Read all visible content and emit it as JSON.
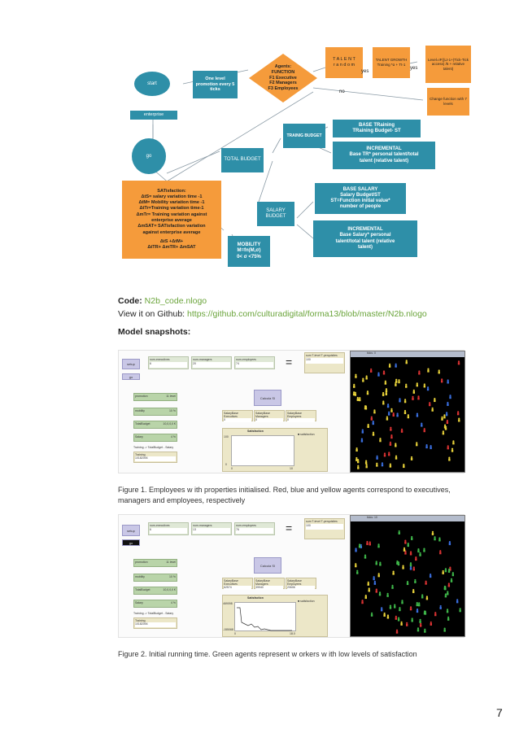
{
  "flowchart": {
    "start": "start",
    "enterprise": "enterprise",
    "go": "go",
    "promotion": "One level promotion every 5 ticks",
    "agents": [
      "Agents:",
      "FUNCTION",
      "F1 Executive",
      "F2 Managers",
      "F3 Employees"
    ],
    "talent_random": [
      "T A L E N T",
      "r a n d o m"
    ],
    "talent_growth": "TALENT GROWTH Training *α + Tt-1",
    "level": "Level=IF((Lt-1+(Tick-Tick access) /5 + relative talent)",
    "change_function": "Change function with 7 levels",
    "yes1": "yes",
    "yes2": "yes",
    "no": "no",
    "training_budget": "TRAINIG BUDGET",
    "total_budget": "TOTAL BUDGET",
    "salary_budget": "SALARY BUDGET",
    "base_training": [
      "BASE TRaining",
      "TRaining Budget- ST"
    ],
    "incremental_training": [
      "INCREMENTAL",
      "Base TR* personal talent/total",
      "talent (relative talent)"
    ],
    "base_salary": [
      "BASE SALARY",
      "Salary Budget/ST",
      "ST=Function initial value*",
      "number of people"
    ],
    "incremental_salary": [
      "INCREMENTAL",
      "Base Salary* personal",
      "talent/total talent (relative",
      "talent)"
    ],
    "satisfaction": [
      "SATisfaction:",
      "ΔtS= salary variation time -1",
      "ΔtM= Mobility variation time -1",
      "ΔtTr=Training variation time-1",
      "ΔmTr= Training variation against",
      "enterprise average",
      "ΔmSAT= SATisfaction variation",
      "against enterprise average",
      "",
      "ΔtS +ΔtM+",
      "ΔtTR+ ΔmTR+ ΔmSAT"
    ],
    "mobility": [
      "MOBILITY",
      "M=fn(M,σ)",
      "0< σ <75%"
    ]
  },
  "code_label": "Code:",
  "code_file": "N2b_code.nlogo",
  "github_label": "View it on Github:",
  "github_url": "https://github.com/culturadigital/forma13/blob/master/N2b.nlogo",
  "snapshots_heading": "Model snapshots:",
  "snapshot1": {
    "inputs": [
      {
        "label": "num-executives",
        "value": "6"
      },
      {
        "label": "num-managers",
        "value": "20"
      },
      {
        "label": "num-employees",
        "value": "74"
      }
    ],
    "setup": "setup",
    "go": "go",
    "equals": "=",
    "sum_label": "sum T-level T-perquisites",
    "sum_value": "100",
    "world_title": "ticks: 0",
    "sliders": [
      {
        "label": "promotion",
        "value": "11 level"
      },
      {
        "label": "mobility",
        "value": "10 %"
      },
      {
        "label": "TotalBudget",
        "value": "10,0,0,0 €"
      },
      {
        "label": "Salary",
        "value": "4 %"
      }
    ],
    "calcula": "Calcula SI",
    "monitors": [
      {
        "label": "SalaryBase Executives",
        "value": "0"
      },
      {
        "label": "SalaryBase Managers",
        "value": "0"
      },
      {
        "label": "SalaryBase Employees",
        "value": "0"
      }
    ],
    "plot_title": "Satisfaction",
    "plot_legend": "satisfaction",
    "plot_ymax": "100",
    "plot_ymin": "0",
    "plot_xmin": "0",
    "plot_xmax": "10",
    "note": "Training -> TotalBudget - Salary",
    "training_label": "Training",
    "training_value": "10182094"
  },
  "caption1": "Figure 1. Employees w ith properties initialised. Red, blue and yellow agents correspond to executives, managers and employees, respectively",
  "snapshot2": {
    "inputs": [
      {
        "label": "num-executives",
        "value": "6"
      },
      {
        "label": "num-managers",
        "value": "13"
      },
      {
        "label": "num-employees",
        "value": "76"
      }
    ],
    "setup": "setup",
    "go": "go",
    "equals": "=",
    "sum_label": "sum T-level T-perquisites",
    "sum_value": "100",
    "world_title": "ticks: 10",
    "sliders": [
      {
        "label": "promotion",
        "value": "11 level"
      },
      {
        "label": "mobility",
        "value": "10 %"
      },
      {
        "label": "TotalBudget",
        "value": "10,0,0,0 €"
      },
      {
        "label": "Salary",
        "value": "4 %"
      }
    ],
    "calcula": "Calcula SI",
    "monitors": [
      {
        "label": "SalaryBase Executives",
        "value": "62574"
      },
      {
        "label": "SalaryBase Managers",
        "value": "39940"
      },
      {
        "label": "SalaryBase Employees",
        "value": "20606"
      }
    ],
    "plot_title": "Satisfaction",
    "plot_legend": "satisfaction",
    "plot_ymax": "469098",
    "plot_ymin": "-155068",
    "plot_xmin": "0",
    "plot_xmax": "18.0",
    "note": "Training -> TotalBudget - Salary",
    "training_label": "Training",
    "training_value": "10182094"
  },
  "caption2": "Figure 2. Initial running time. Green agents represent w orkers w ith low levels of satisfaction",
  "page_number": "7"
}
